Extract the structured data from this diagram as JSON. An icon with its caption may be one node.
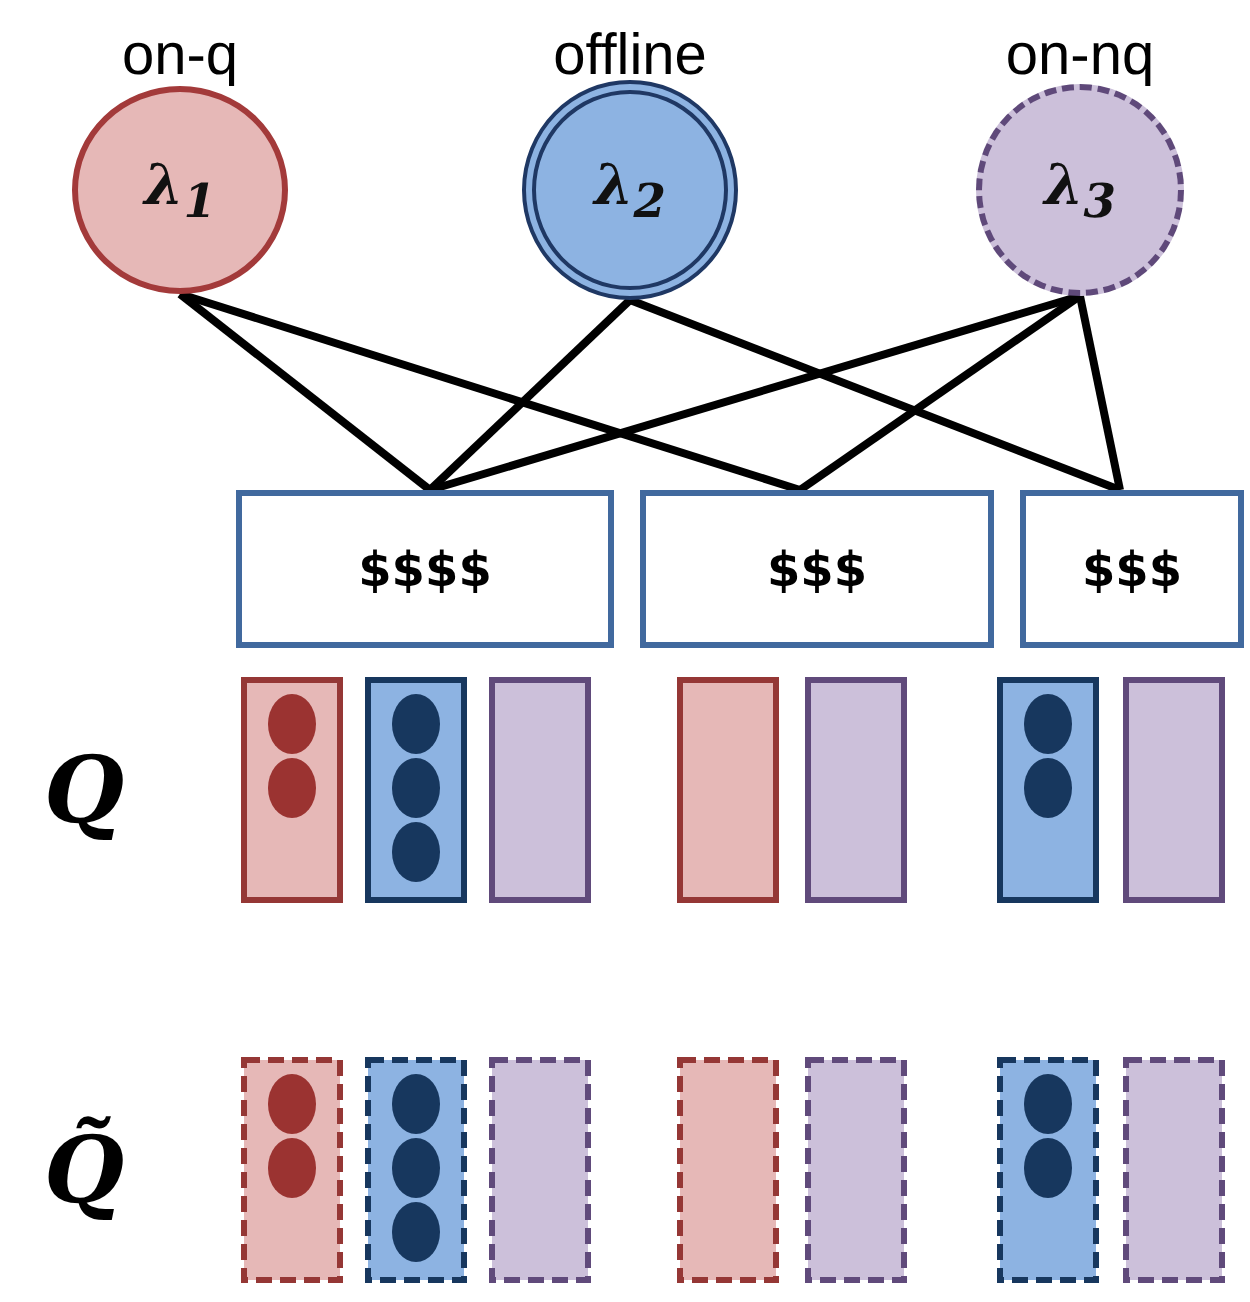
{
  "diagram": {
    "nodes": [
      {
        "text": [
          "on-q",
          "λ$_{1}$"
        ]
      },
      {
        "text": [
          "offline",
          "λ$_{2}$"
        ]
      },
      {
        "text": [
          "on-nq",
          "λ$_{3}$"
        ]
      },
      {
        "text": [
          "$$$$"
        ]
      },
      {
        "text": [
          "$$$"
        ]
      },
      {
        "text": [
          "$$$"
        ]
      }
    ],
    "edges": [
      {
        "from": 0,
        "to": 3,
        "arrow": "none"
      },
      {
        "from": 0,
        "to": 4,
        "arrow": "none"
      },
      {
        "from": 1,
        "to": 3,
        "arrow": "none"
      },
      {
        "from": 1,
        "to": 5,
        "arrow": "none"
      },
      {
        "from": 2,
        "to": 3,
        "arrow": "none"
      },
      {
        "from": 2,
        "to": 4,
        "arrow": "none"
      },
      {
        "from": 2,
        "to": 5,
        "arrow": "none"
      }
    ],
    "labels": [
      "Q",
      "Q̃"
    ]
  }
}
